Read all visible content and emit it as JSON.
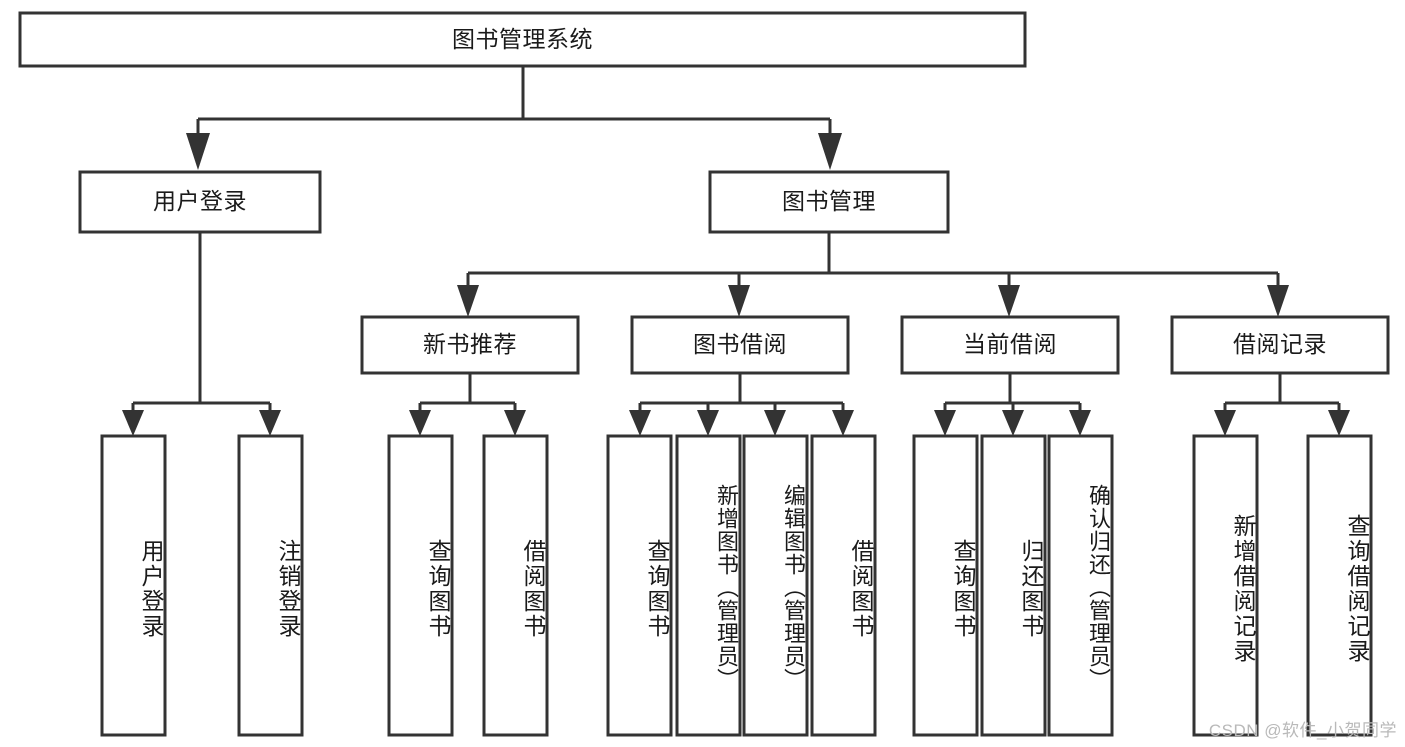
{
  "diagram": {
    "type": "tree-hierarchy-chart",
    "title": "图书管理系统",
    "watermark": "CSDN @软件_小贺同学",
    "colors": {
      "stroke": "#333333",
      "fill": "#ffffff",
      "text": "#1a1a1a",
      "watermark": "#b9b9b9"
    },
    "root": {
      "label": "图书管理系统"
    },
    "level2": [
      {
        "label": "用户登录"
      },
      {
        "label": "图书管理"
      }
    ],
    "level3": [
      {
        "label": "新书推荐"
      },
      {
        "label": "图书借阅"
      },
      {
        "label": "当前借阅"
      },
      {
        "label": "借阅记录"
      }
    ],
    "leaves": {
      "user_login": [
        {
          "label": "用户登录"
        },
        {
          "label": "注销登录"
        }
      ],
      "new_book_recommend": [
        {
          "label": "查询图书"
        },
        {
          "label": "借阅图书"
        }
      ],
      "book_borrow": [
        {
          "label": "查询图书"
        },
        {
          "label": "新增图书（管理员）"
        },
        {
          "label": "编辑图书（管理员）"
        },
        {
          "label": "借阅图书"
        }
      ],
      "current_borrow": [
        {
          "label": "查询图书"
        },
        {
          "label": "归还图书"
        },
        {
          "label": "确认归还（管理员）"
        }
      ],
      "borrow_record": [
        {
          "label": "新增借阅记录"
        },
        {
          "label": "查询借阅记录"
        }
      ]
    }
  }
}
